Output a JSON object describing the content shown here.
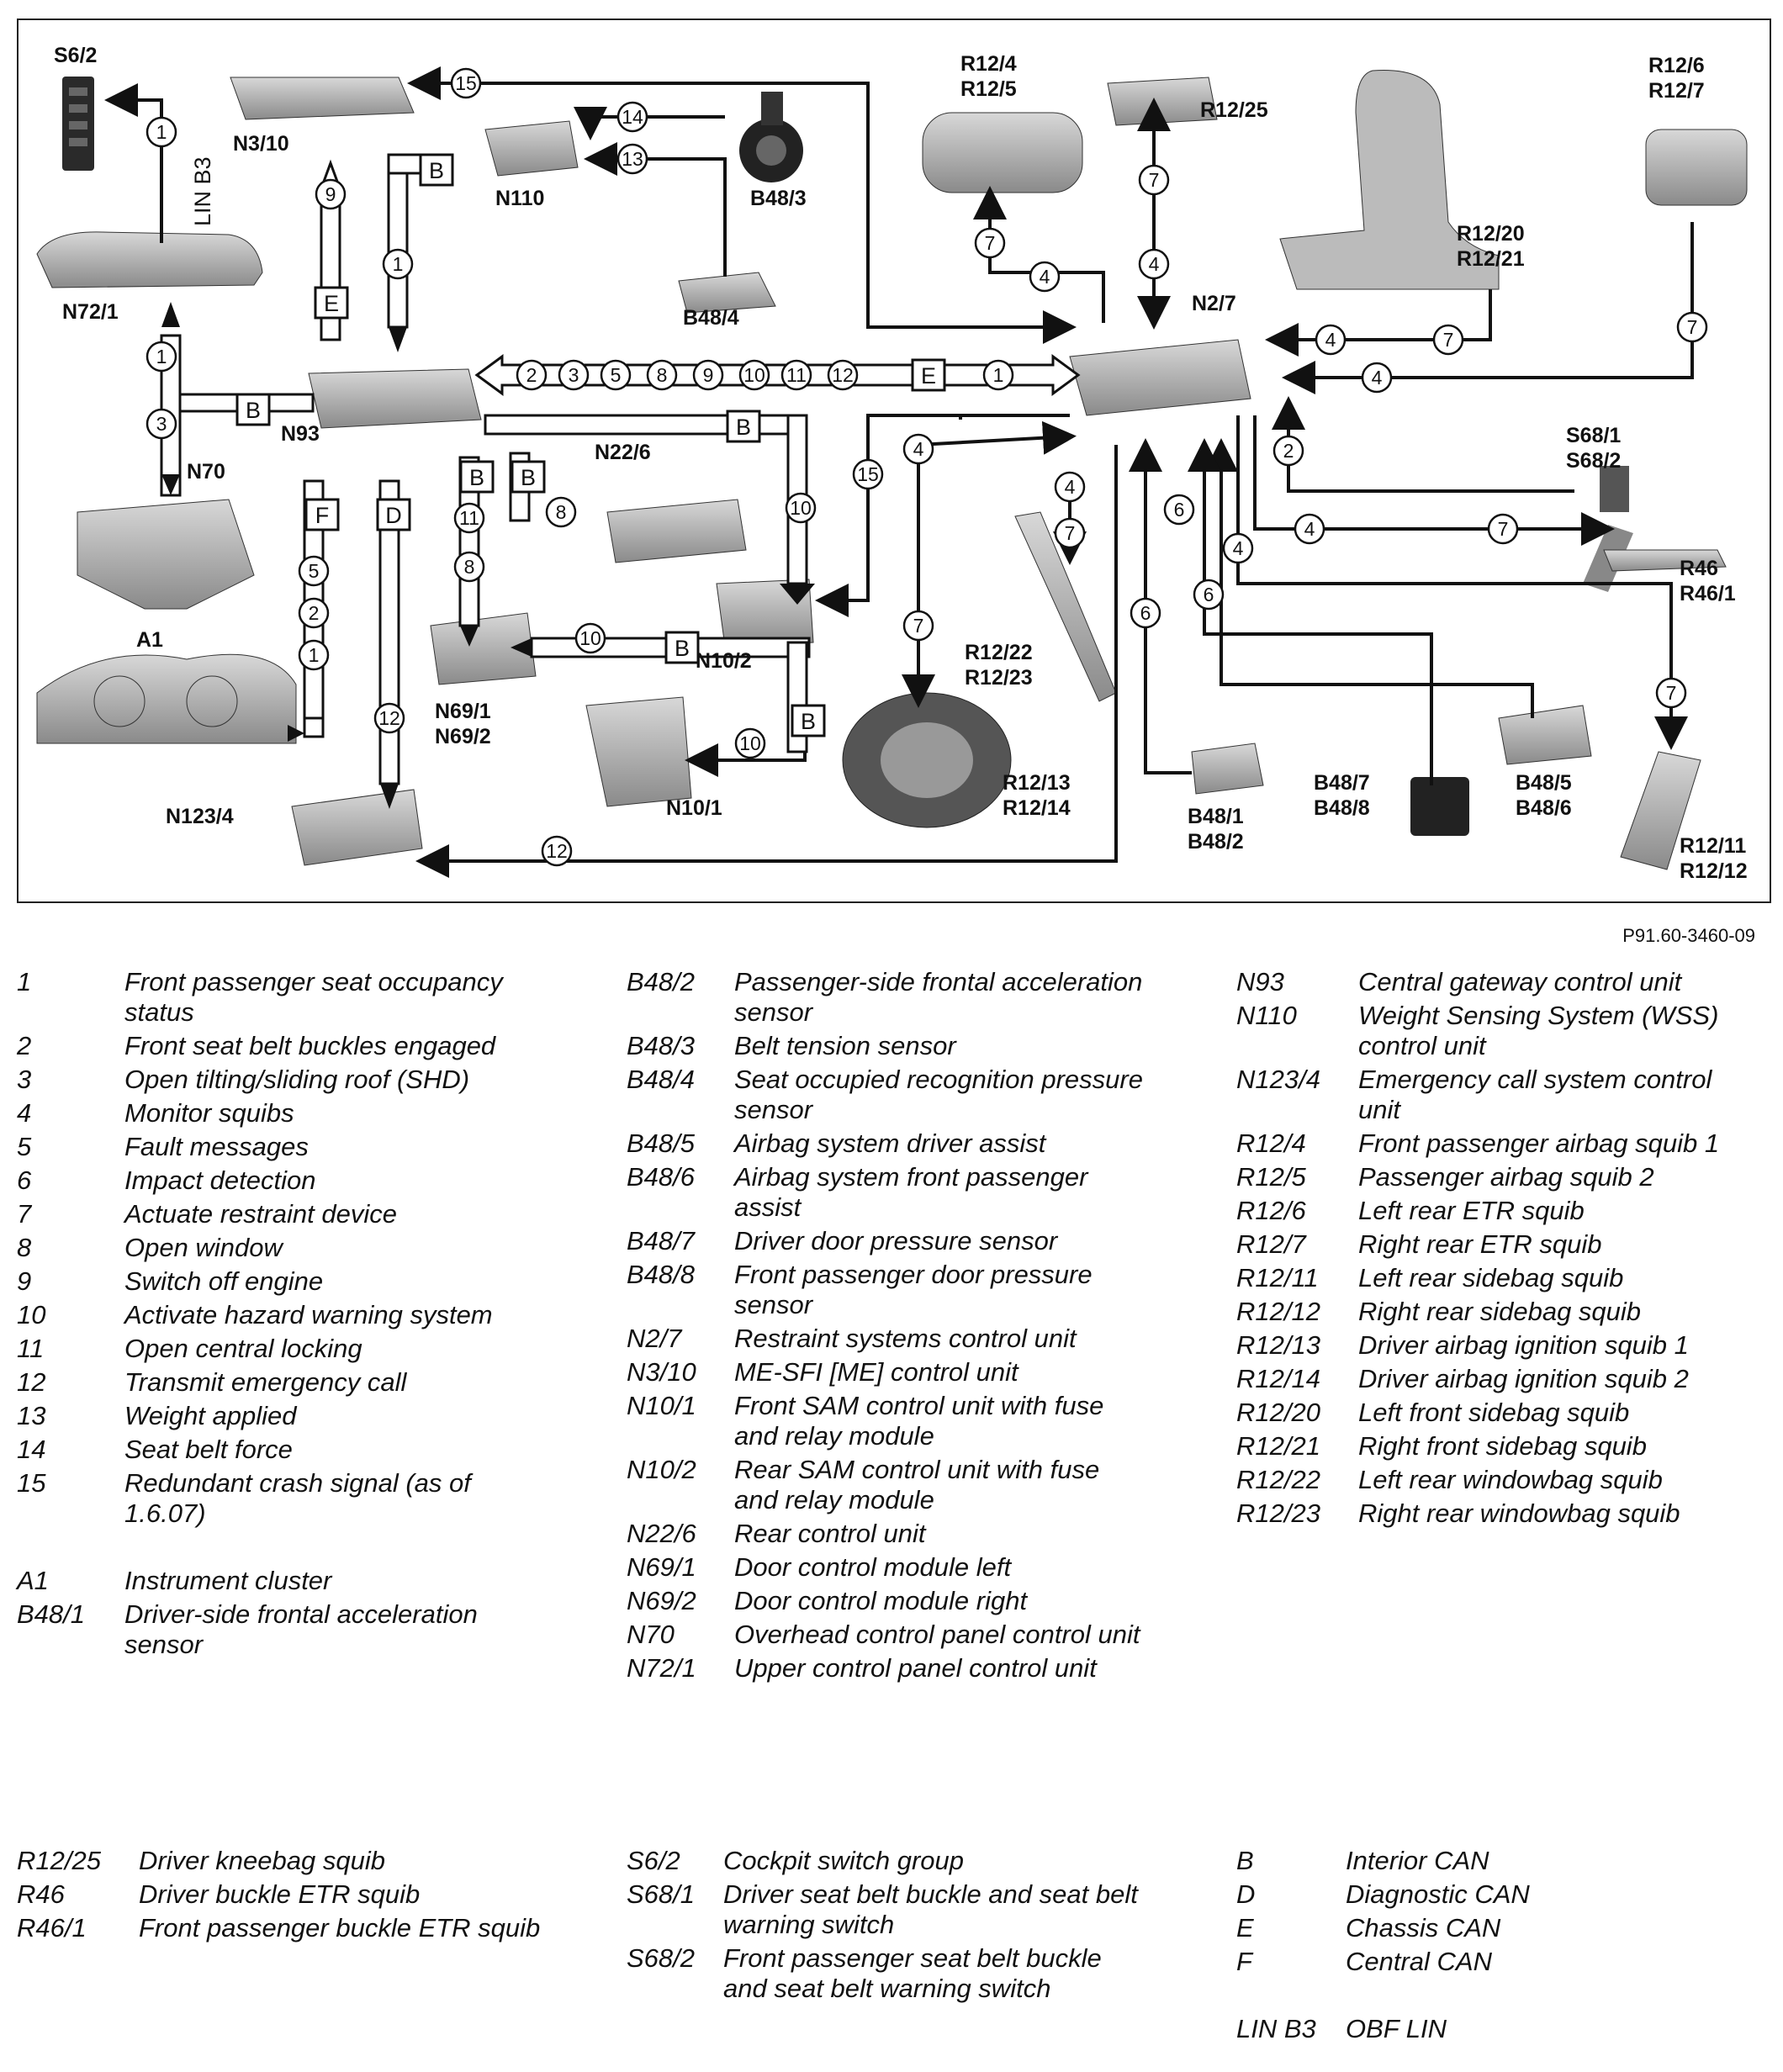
{
  "reference": "P91.60-3460-09",
  "components": {
    "S6_2": "S6/2",
    "N3_10": "N3/10",
    "N110": "N110",
    "B48_3": "B48/3",
    "B48_4": "B48/4",
    "R12_4": "R12/4",
    "R12_5": "R12/5",
    "R12_25": "R12/25",
    "R12_20": "R12/20",
    "R12_21": "R12/21",
    "R12_6": "R12/6",
    "R12_7": "R12/7",
    "N2_7": "N2/7",
    "N72_1": "N72/1",
    "N93": "N93",
    "N70": "N70",
    "N22_6": "N22/6",
    "A1": "A1",
    "N69_1": "N69/1",
    "N69_2": "N69/2",
    "N10_2": "N10/2",
    "N10_1": "N10/1",
    "N123_4": "N123/4",
    "R12_22": "R12/22",
    "R12_23": "R12/23",
    "R12_13": "R12/13",
    "R12_14": "R12/14",
    "S68_1": "S68/1",
    "S68_2": "S68/2",
    "R46": "R46",
    "R46_1": "R46/1",
    "B48_1": "B48/1",
    "B48_2": "B48/2",
    "B48_7": "B48/7",
    "B48_8": "B48/8",
    "B48_5": "B48/5",
    "B48_6": "B48/6",
    "R12_11": "R12/11",
    "R12_12": "R12/12",
    "lin": "LIN B3",
    "bus_B": "B",
    "bus_E": "E",
    "bus_F": "F",
    "bus_D": "D"
  },
  "signals": {
    "n1": "1",
    "n2": "2",
    "n3": "3",
    "n4": "4",
    "n5": "5",
    "n6": "6",
    "n7": "7",
    "n8": "8",
    "n9": "9",
    "n10": "10",
    "n11": "11",
    "n12": "12",
    "n13": "13",
    "n14": "14",
    "n15": "15"
  },
  "legend_top": {
    "col1": [
      {
        "key": "1",
        "value": "Front passenger seat occupancy status"
      },
      {
        "key": "2",
        "value": "Front seat belt buckles engaged"
      },
      {
        "key": "3",
        "value": "Open tilting/sliding roof (SHD)"
      },
      {
        "key": "4",
        "value": "Monitor squibs"
      },
      {
        "key": "5",
        "value": "Fault messages"
      },
      {
        "key": "6",
        "value": "Impact detection"
      },
      {
        "key": "7",
        "value": "Actuate restraint device"
      },
      {
        "key": "8",
        "value": "Open window"
      },
      {
        "key": "9",
        "value": "Switch off engine"
      },
      {
        "key": "10",
        "value": "Activate hazard warning system"
      },
      {
        "key": "11",
        "value": "Open central locking"
      },
      {
        "key": "12",
        "value": "Transmit emergency call"
      },
      {
        "key": "13",
        "value": "Weight applied"
      },
      {
        "key": "14",
        "value": "Seat belt force"
      },
      {
        "key": "15",
        "value": "Redundant crash signal (as of 1.6.07)"
      },
      {
        "key": "",
        "value": ""
      },
      {
        "key": "A1",
        "value": "Instrument cluster"
      },
      {
        "key": "B48/1",
        "value": "Driver-side frontal acceleration sensor"
      }
    ],
    "col2": [
      {
        "key": "B48/2",
        "value": "Passenger-side frontal acceleration sensor"
      },
      {
        "key": "B48/3",
        "value": "Belt tension sensor"
      },
      {
        "key": "B48/4",
        "value": "Seat occupied recognition pressure sensor"
      },
      {
        "key": "B48/5",
        "value": "Airbag system driver assist"
      },
      {
        "key": "B48/6",
        "value": "Airbag system front passenger assist"
      },
      {
        "key": "B48/7",
        "value": "Driver door pressure sensor"
      },
      {
        "key": "B48/8",
        "value": "Front passenger door pressure sensor"
      },
      {
        "key": "N2/7",
        "value": "Restraint systems control unit"
      },
      {
        "key": "N3/10",
        "value": "ME-SFI [ME] control unit"
      },
      {
        "key": "N10/1",
        "value": "Front SAM control unit with fuse and relay module"
      },
      {
        "key": "N10/2",
        "value": "Rear SAM control unit with fuse and relay module"
      },
      {
        "key": "N22/6",
        "value": "Rear control unit"
      },
      {
        "key": "N69/1",
        "value": "Door control module left"
      },
      {
        "key": "N69/2",
        "value": "Door control module right"
      },
      {
        "key": "N70",
        "value": "Overhead control panel control unit"
      },
      {
        "key": "N72/1",
        "value": "Upper control panel control unit"
      }
    ],
    "col3": [
      {
        "key": "N93",
        "value": "Central gateway control unit"
      },
      {
        "key": "N110",
        "value": "Weight Sensing System (WSS) control unit"
      },
      {
        "key": "N123/4",
        "value": "Emergency call system control unit"
      },
      {
        "key": "R12/4",
        "value": "Front passenger airbag squib 1"
      },
      {
        "key": "R12/5",
        "value": "Passenger airbag squib 2"
      },
      {
        "key": "R12/6",
        "value": "Left rear ETR squib"
      },
      {
        "key": "R12/7",
        "value": "Right rear ETR squib"
      },
      {
        "key": "R12/11",
        "value": "Left rear sidebag squib"
      },
      {
        "key": "R12/12",
        "value": "Right rear sidebag squib"
      },
      {
        "key": "R12/13",
        "value": "Driver airbag ignition squib 1"
      },
      {
        "key": "R12/14",
        "value": "Driver airbag ignition squib 2"
      },
      {
        "key": "R12/20",
        "value": "Left front sidebag squib"
      },
      {
        "key": "R12/21",
        "value": "Right front sidebag squib"
      },
      {
        "key": "R12/22",
        "value": "Left rear windowbag squib"
      },
      {
        "key": "R12/23",
        "value": "Right rear windowbag squib"
      }
    ]
  },
  "legend_bottom": {
    "col1": [
      {
        "key": "R12/25",
        "value": "Driver kneebag squib"
      },
      {
        "key": "R46",
        "value": "Driver buckle ETR squib"
      },
      {
        "key": "R46/1",
        "value": "Front passenger buckle ETR squib"
      }
    ],
    "col2": [
      {
        "key": "S6/2",
        "value": "Cockpit switch group"
      },
      {
        "key": "S68/1",
        "value": "Driver seat belt buckle and seat belt warning switch"
      },
      {
        "key": "S68/2",
        "value": "Front passenger seat belt buckle and seat belt warning switch"
      }
    ],
    "col3": [
      {
        "key": "B",
        "value": "Interior CAN"
      },
      {
        "key": "D",
        "value": "Diagnostic CAN"
      },
      {
        "key": "E",
        "value": "Chassis CAN"
      },
      {
        "key": "F",
        "value": "Central CAN"
      },
      {
        "key": "",
        "value": ""
      },
      {
        "key": "LIN B3",
        "value": "OBF LIN"
      }
    ]
  }
}
